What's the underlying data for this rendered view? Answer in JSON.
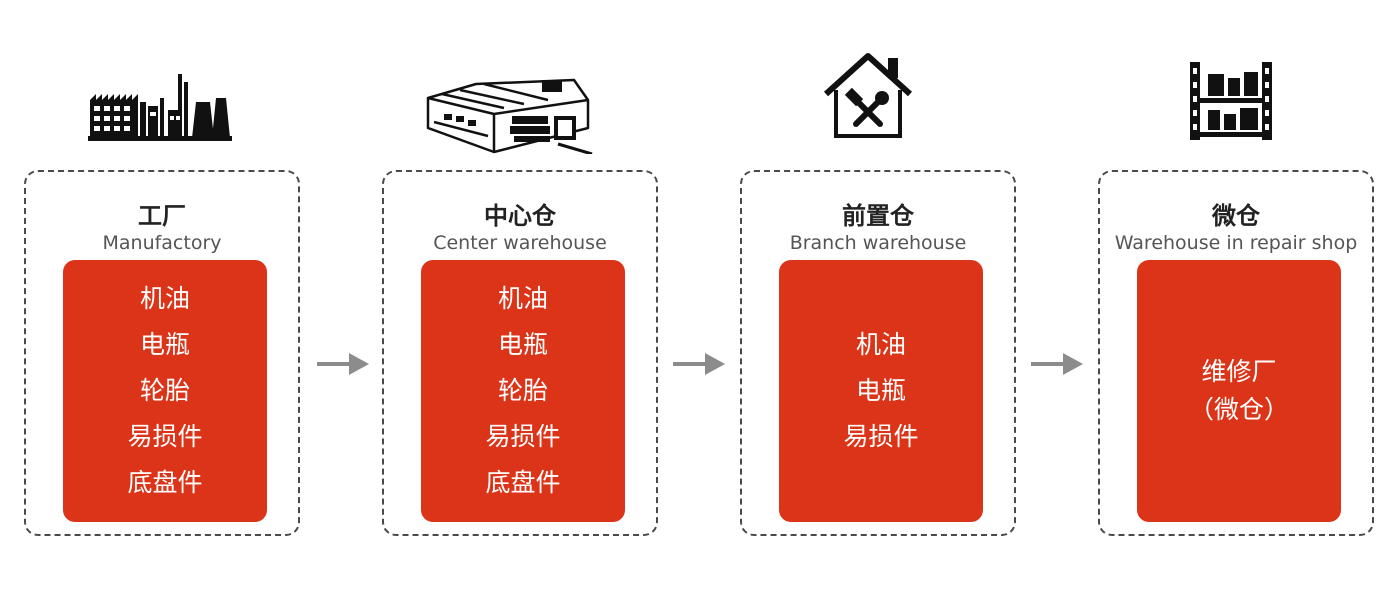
{
  "stages": [
    {
      "title": "工厂",
      "subtitle": "Manufactory",
      "items": [
        "机油",
        "电瓶",
        "轮胎",
        "易损件",
        "底盘件"
      ],
      "icon": "factory-icon"
    },
    {
      "title": "中心仓",
      "subtitle": "Center warehouse",
      "items": [
        "机油",
        "电瓶",
        "轮胎",
        "易损件",
        "底盘件"
      ],
      "icon": "warehouse-icon"
    },
    {
      "title": "前置仓",
      "subtitle": "Branch warehouse",
      "items": [
        "机油",
        "电瓶",
        "易损件"
      ],
      "icon": "repair-house-icon"
    },
    {
      "title": "微仓",
      "subtitle": "Warehouse in repair shop",
      "items": [
        "维修厂",
        "（微仓）"
      ],
      "icon": "shelf-icon"
    }
  ],
  "colors": {
    "accent": "#dc3418",
    "arrow": "#8c8c8c",
    "border": "#4a4a4a"
  }
}
